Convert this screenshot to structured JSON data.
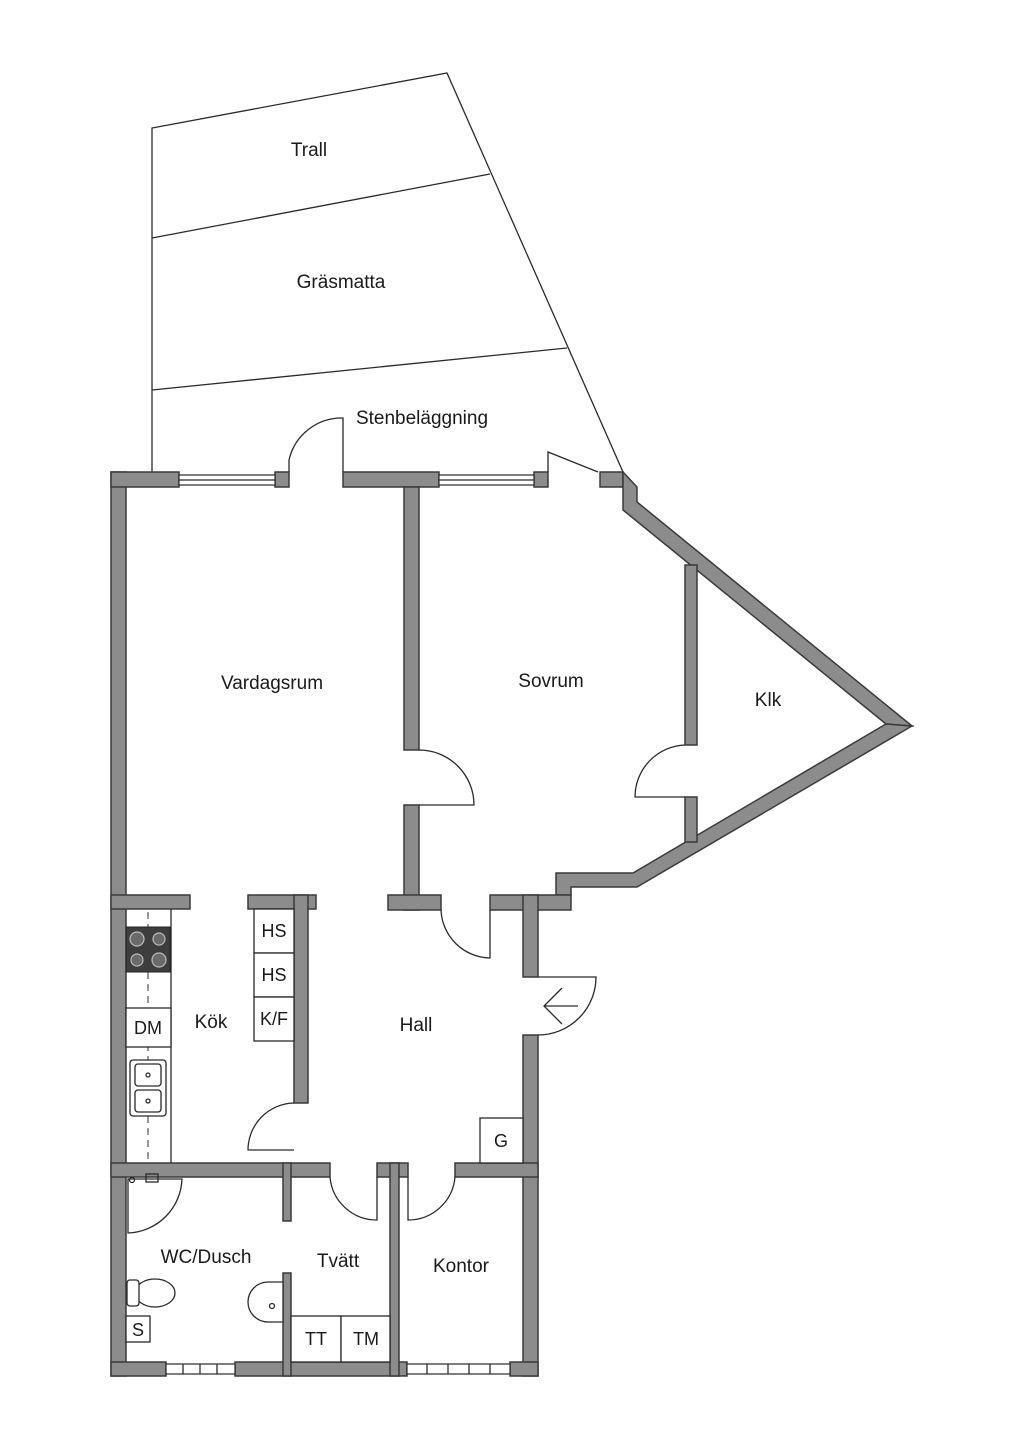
{
  "outdoor": {
    "trall": "Trall",
    "grasmatta": "Gräsmatta",
    "stenlaggning": "Stenbeläggning"
  },
  "rooms": {
    "vardagsrum": "Vardagsrum",
    "sovrum": "Sovrum",
    "klk": "Klk",
    "kok": "Kök",
    "hall": "Hall",
    "wc_dusch": "WC/Dusch",
    "tvatt": "Tvätt",
    "kontor": "Kontor"
  },
  "fixtures": {
    "hs1": "HS",
    "hs2": "HS",
    "kf": "K/F",
    "dm": "DM",
    "g": "G",
    "s": "S",
    "tt": "TT",
    "tm": "TM"
  },
  "colors": {
    "wall": "#8c8c8c",
    "line": "#2a2a2a",
    "background": "#ffffff"
  }
}
